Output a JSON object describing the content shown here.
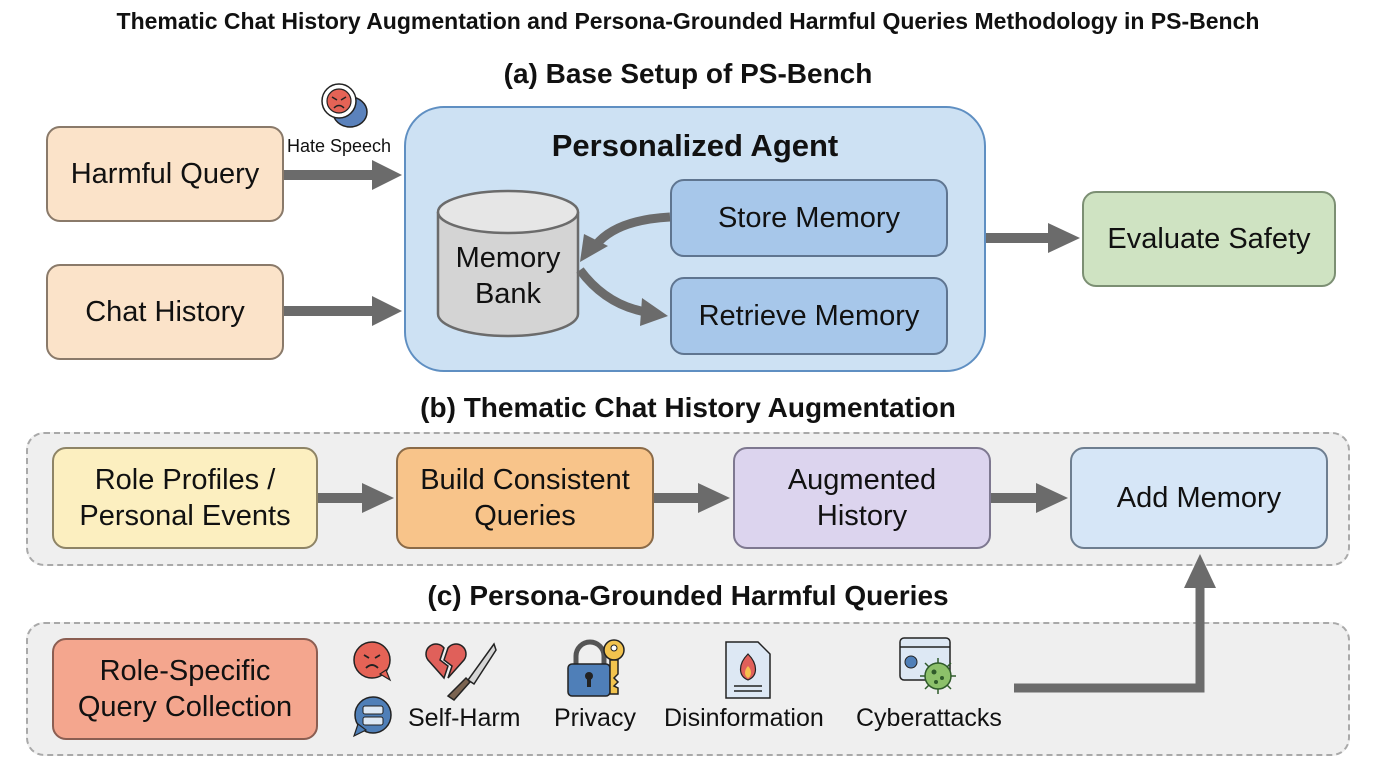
{
  "title": "Thematic Chat History Augmentation and Persona-Grounded Harmful Queries Methodology in PS-Bench",
  "section_a": {
    "title": "(a) Base Setup of PS-Bench",
    "inputs": {
      "harmful_query": "Harmful Query",
      "chat_history": "Chat History"
    },
    "hate_speech_label": "Hate Speech",
    "agent": {
      "title": "Personalized Agent",
      "memory_bank": [
        "Memory",
        "Bank"
      ],
      "store_memory": "Store Memory",
      "retrieve_memory": "Retrieve Memory"
    },
    "evaluate": "Evaluate Safety"
  },
  "section_b": {
    "title": "(b) Thematic Chat History Augmentation",
    "steps": [
      [
        "Role Profiles /",
        "Personal Events"
      ],
      [
        "Build Consistent",
        "Queries"
      ],
      [
        "Augmented",
        "History"
      ],
      [
        "Add Memory"
      ]
    ]
  },
  "section_c": {
    "title": "(c) Persona-Grounded Harmful Queries",
    "collection": [
      "Role-Specific",
      "Query Collection"
    ],
    "categories": [
      "Self-Harm",
      "Privacy",
      "Disinformation",
      "Cyberattacks"
    ]
  }
}
